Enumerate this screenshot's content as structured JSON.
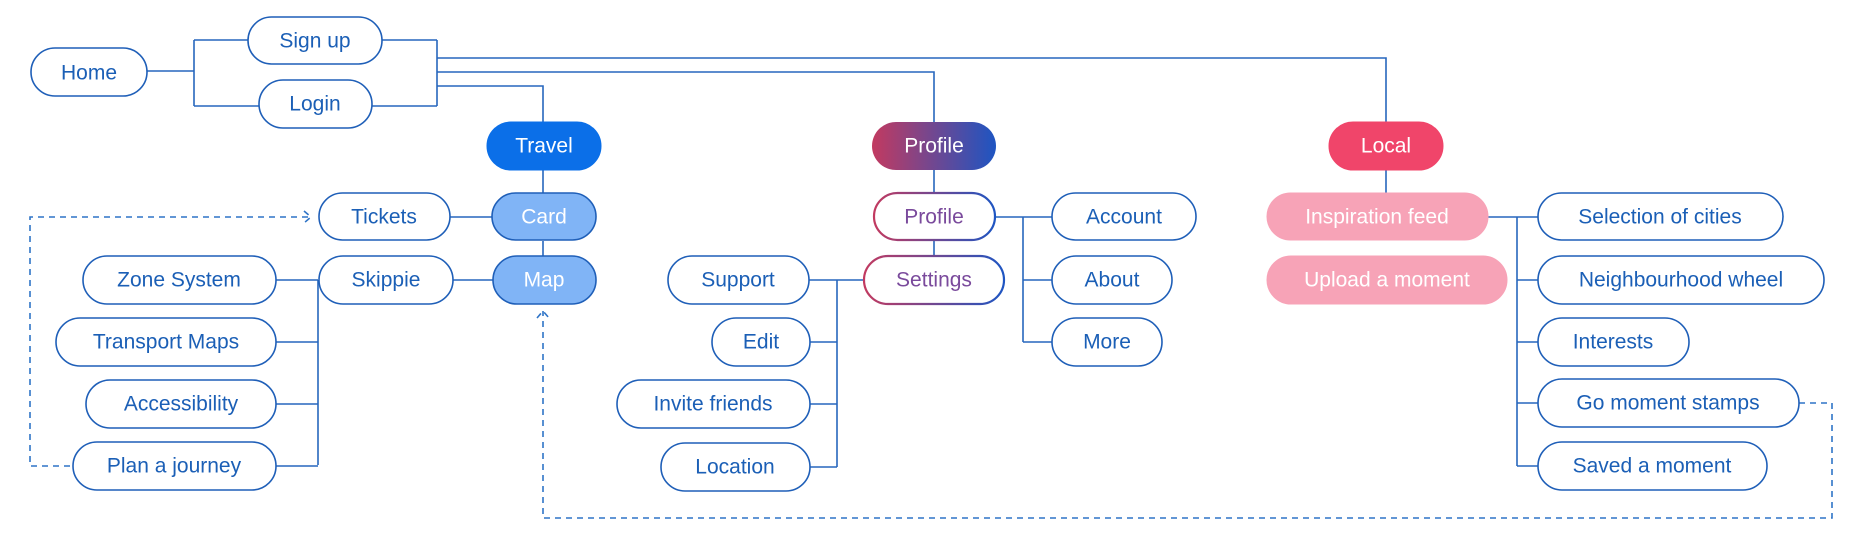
{
  "colors": {
    "outline": "#1f5fb8",
    "text": "#1b5fb6",
    "travel": "#0b6fe8",
    "travel_light": "#80b4f6",
    "profile_gradient_start": "#c23a60",
    "profile_gradient_end": "#1e55c2",
    "local": "#f0456a",
    "local_light": "#f7a3b7"
  },
  "nodes": {
    "home": "Home",
    "signup": "Sign up",
    "login": "Login",
    "travel": "Travel",
    "card": "Card",
    "map": "Map",
    "tickets": "Tickets",
    "skippie": "Skippie",
    "zone_system": "Zone System",
    "transport_maps": "Transport Maps",
    "accessibility": "Accessibility",
    "plan_journey": "Plan a journey",
    "profile": "Profile",
    "profile_sub": "Profile",
    "settings": "Settings",
    "account": "Account",
    "about": "About",
    "more": "More",
    "support": "Support",
    "edit": "Edit",
    "invite_friends": "Invite friends",
    "location": "Location",
    "local": "Local",
    "inspiration_feed": "Inspiration feed",
    "upload_moment": "Upload a moment",
    "selection_cities": "Selection of cities",
    "neighbourhood_wheel": "Neighbourhood wheel",
    "interests": "Interests",
    "go_moment_stamps": "Go moment stamps",
    "saved_moment": "Saved a moment"
  }
}
